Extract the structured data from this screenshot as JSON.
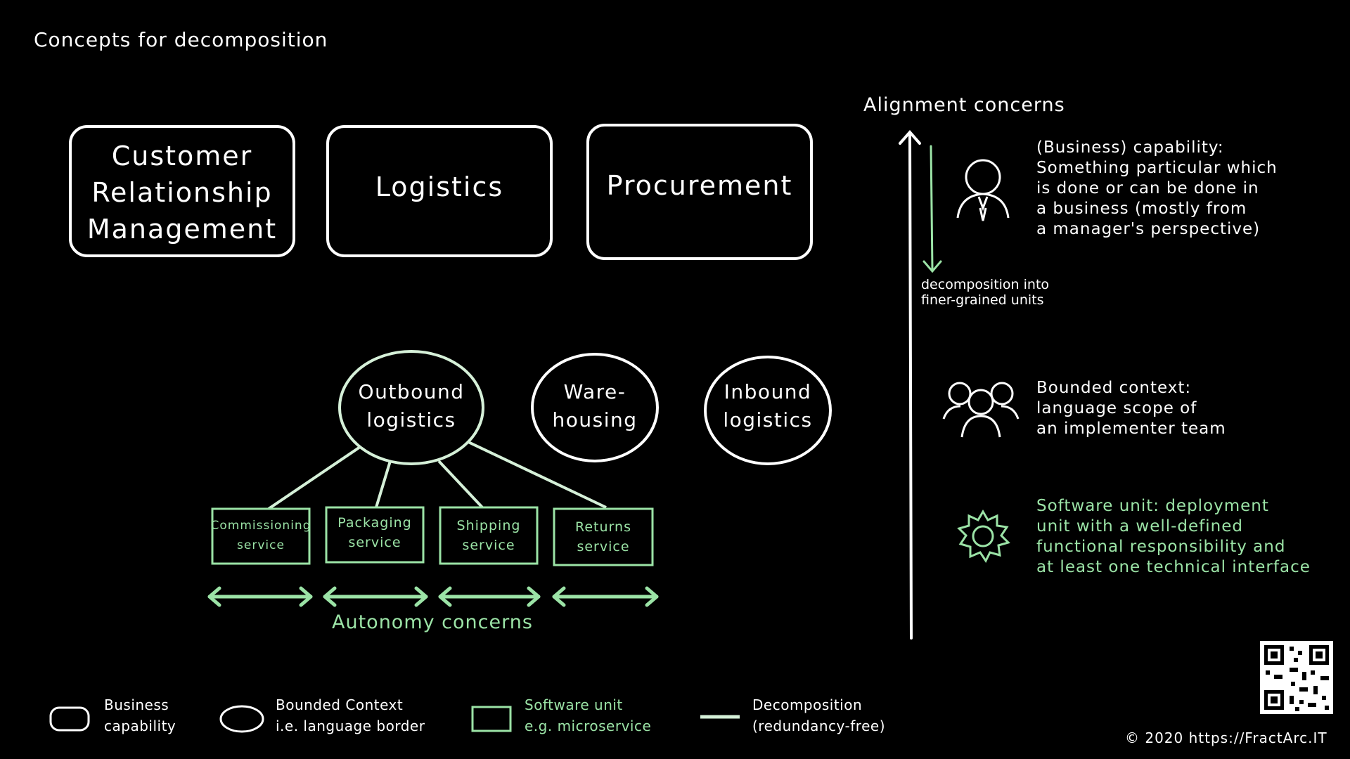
{
  "title": "Concepts for decomposition",
  "capabilities": [
    {
      "lines": [
        "Customer",
        "Relationship",
        "Management"
      ]
    },
    {
      "lines": [
        "Logistics"
      ]
    },
    {
      "lines": [
        "Procurement"
      ]
    }
  ],
  "bounded_contexts": [
    {
      "lines": [
        "Outbound",
        "logistics"
      ]
    },
    {
      "lines": [
        "Ware-",
        "housing"
      ]
    },
    {
      "lines": [
        "Inbound",
        "logistics"
      ]
    }
  ],
  "software_units": [
    {
      "lines": [
        "Commissioning",
        "service"
      ]
    },
    {
      "lines": [
        "Packaging",
        "service"
      ]
    },
    {
      "lines": [
        "Shipping",
        "service"
      ]
    },
    {
      "lines": [
        "Returns",
        "service"
      ]
    }
  ],
  "autonomy_label": "Autonomy concerns",
  "alignment_label": "Alignment concerns",
  "decomposition_label": [
    "decomposition into",
    "finer-grained units"
  ],
  "concepts": [
    {
      "icon": "manager-icon",
      "lines": [
        "(Business) capability:",
        "Something particular which",
        "is done or can be done in",
        "a business (mostly from",
        "a manager's perspective)"
      ]
    },
    {
      "icon": "team-icon",
      "lines": [
        "Bounded context:",
        "language scope of",
        "an implementer team"
      ]
    },
    {
      "icon": "gear-icon",
      "lines": [
        "Software unit: deployment",
        "unit with a well-defined",
        "functional responsibility and",
        "at least one technical interface"
      ]
    }
  ],
  "legend": [
    {
      "lines": [
        "Business",
        "capability"
      ]
    },
    {
      "lines": [
        "Bounded Context",
        "i.e. language border"
      ]
    },
    {
      "lines": [
        "Software unit",
        "e.g. microservice"
      ]
    },
    {
      "lines": [
        "Decomposition",
        "(redundancy-free)"
      ]
    }
  ],
  "copyright": "© 2020 https://FractArc.IT",
  "colors": {
    "background": "#000000",
    "foreground": "#ffffff",
    "accent_green": "#9be3a6"
  }
}
